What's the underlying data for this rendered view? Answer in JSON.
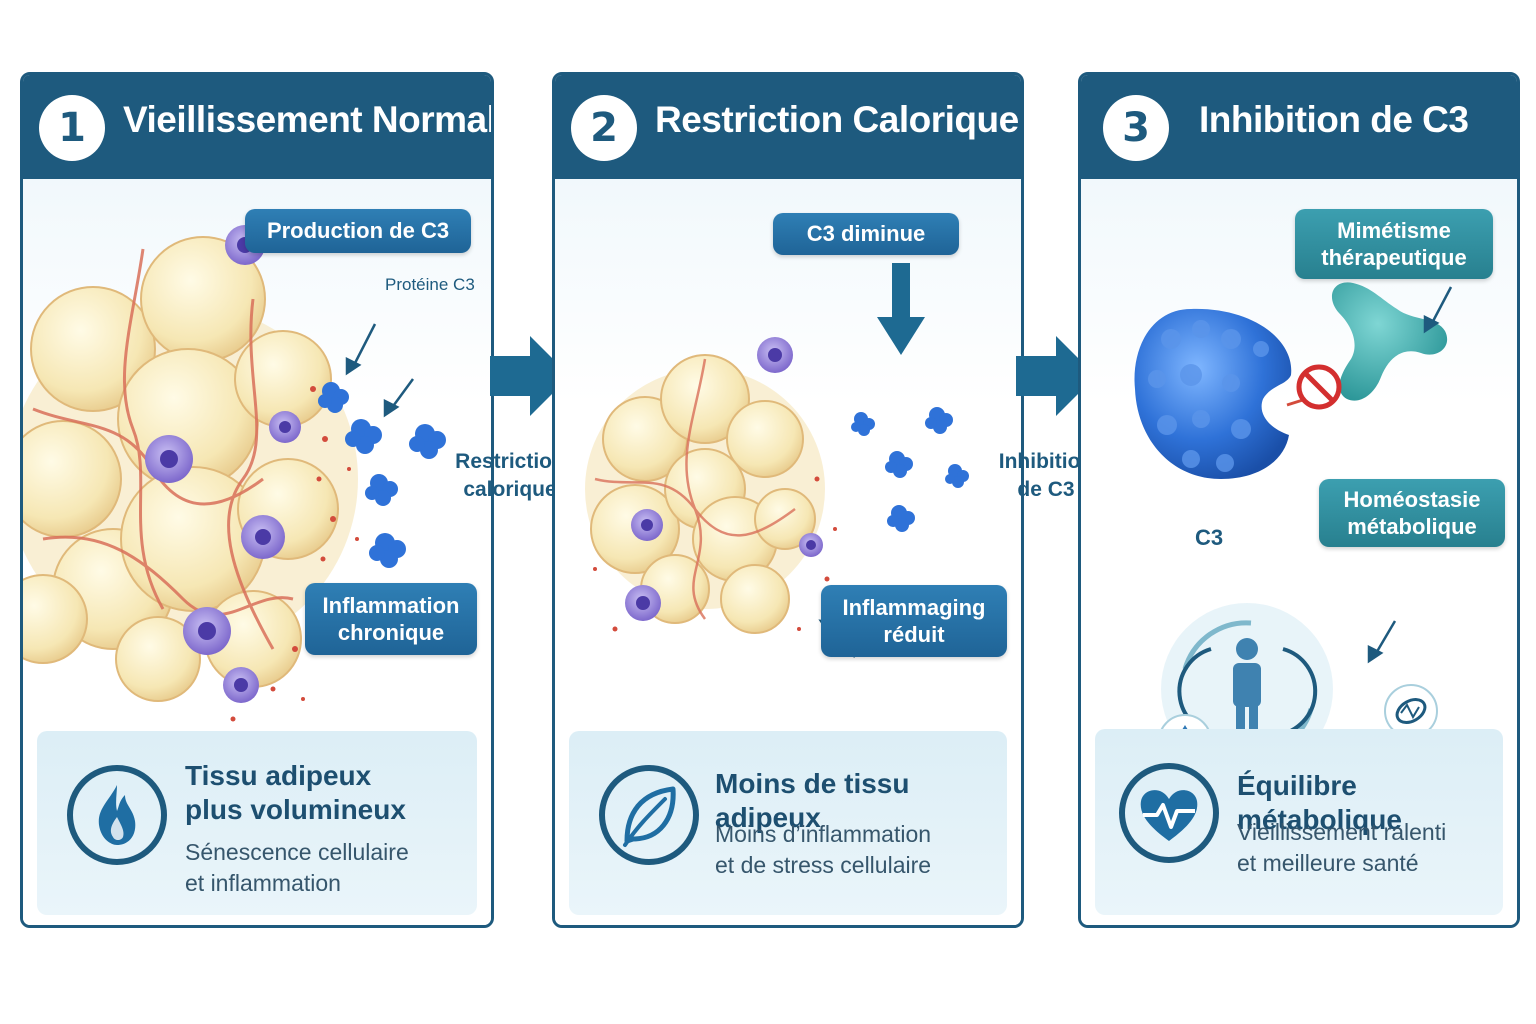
{
  "colors": {
    "primary": "#1e5a7e",
    "label_blue": "#2470a6",
    "teal": "#2e8e9c",
    "fat": "#f7ebbf",
    "protein": "#2f72d8",
    "immune": "#8b78d6",
    "vessel": "#d9705a"
  },
  "panels": [
    {
      "number": "1",
      "title": "Vieillissement Normal",
      "labels": {
        "production": "Production de C3",
        "protein": "Protéine C3",
        "inflammation": [
          "Inflammation",
          "chronique"
        ]
      },
      "bottom": {
        "icon": "flame-icon",
        "title": [
          "Tissu adipeux",
          "plus volumineux"
        ],
        "subtitle": [
          "Sénescence cellulaire",
          "et inflammation"
        ]
      }
    },
    {
      "number": "2",
      "title": "Restriction Calorique",
      "labels": {
        "c3_decrease": "C3 diminue",
        "inflammaging": [
          "Inflammaging",
          "réduit"
        ]
      },
      "bottom": {
        "icon": "leaf-icon",
        "title": [
          "Moins de tissu adipeux"
        ],
        "subtitle": [
          "Moins d’inflammation",
          "et de stress cellulaire"
        ]
      }
    },
    {
      "number": "3",
      "title": "Inhibition de C3",
      "labels": {
        "mimicry": [
          "Mimétisme",
          "thérapeutique"
        ],
        "c3": "C3",
        "homeostasis": [
          "Homéostasie",
          "métabolique"
        ]
      },
      "bottom": {
        "icon": "heart-pulse-icon",
        "title": [
          "Équilibre métabolique"
        ],
        "subtitle": [
          "Vieillissement ralenti",
          "et meilleure santé"
        ]
      }
    }
  ],
  "transitions": [
    {
      "text": [
        "Restriction",
        "calorique"
      ]
    },
    {
      "text": [
        "Inhibition",
        "de C3"
      ]
    }
  ]
}
